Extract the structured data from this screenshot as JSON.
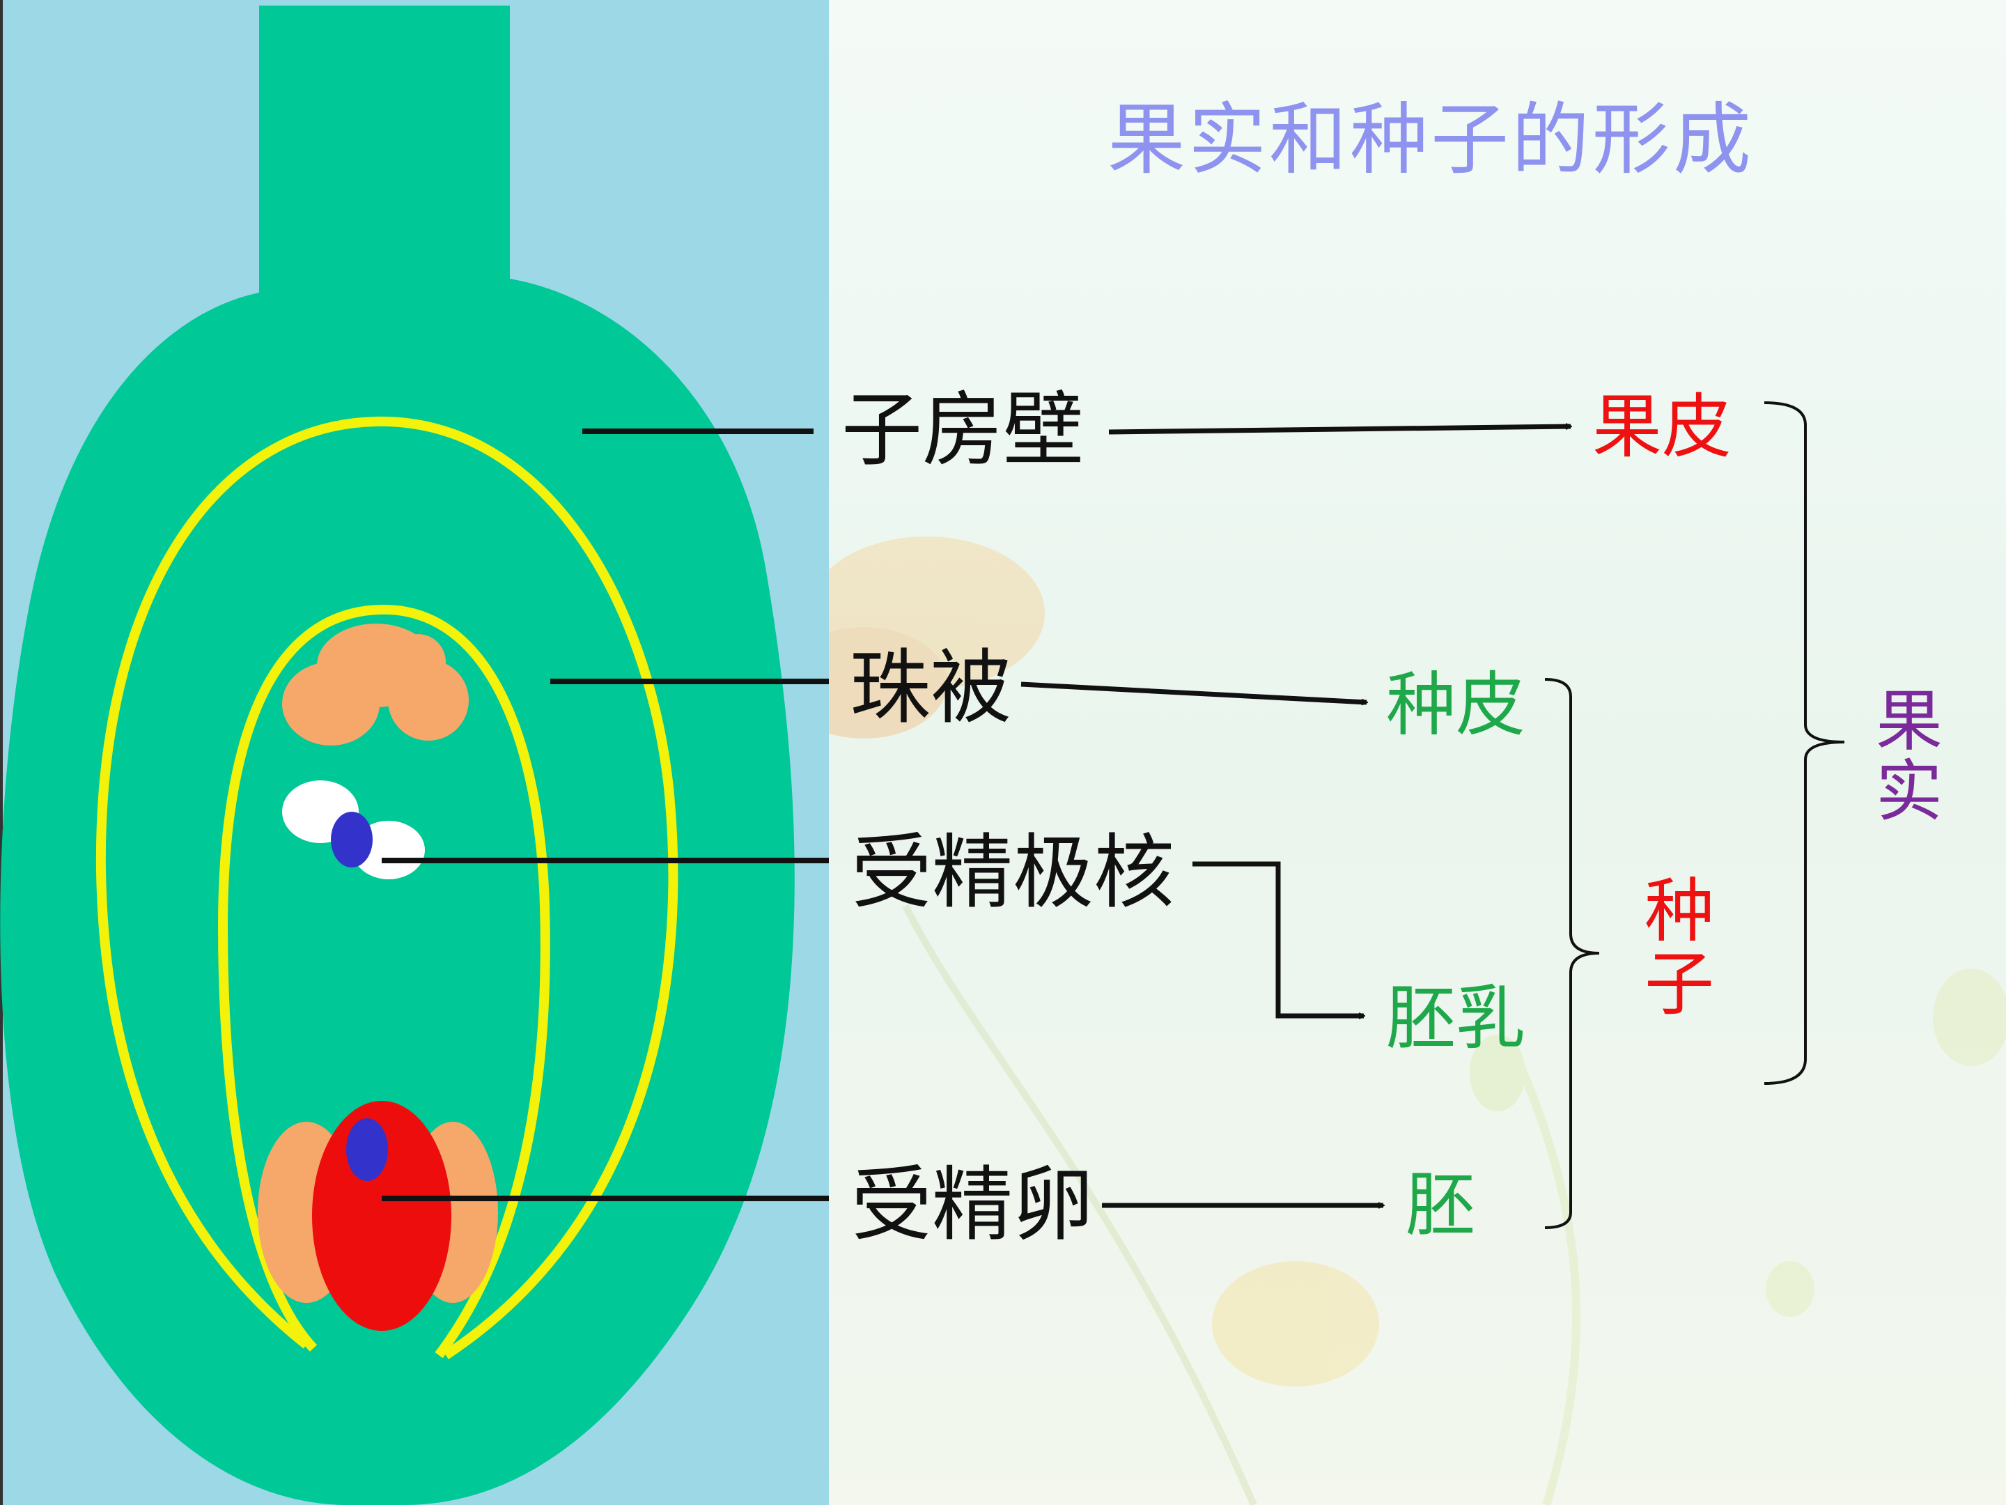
{
  "title": "果实和种子的形成",
  "parts": {
    "ovary_wall": "子房壁",
    "integument": "珠被",
    "fertilized_polar_nuclei": "受精极核",
    "fertilized_egg": "受精卵"
  },
  "results": {
    "pericarp": "果皮",
    "seed_coat": "种皮",
    "endosperm": "胚乳",
    "embryo": "胚"
  },
  "groups": {
    "seed": "种子",
    "fruit": "果实"
  },
  "colors": {
    "panel_bg": "#9dd8e7",
    "ovary": "#00c896",
    "ovule_line": "#f2f20a",
    "cell_orange": "#f5a86a",
    "egg_red": "#ee0d0d",
    "nucleus_blue": "#3333cc",
    "title": "#8f93f0",
    "green_text": "#1fa84a",
    "red_text": "#ee1111",
    "purple_text": "#7a2a9a"
  }
}
